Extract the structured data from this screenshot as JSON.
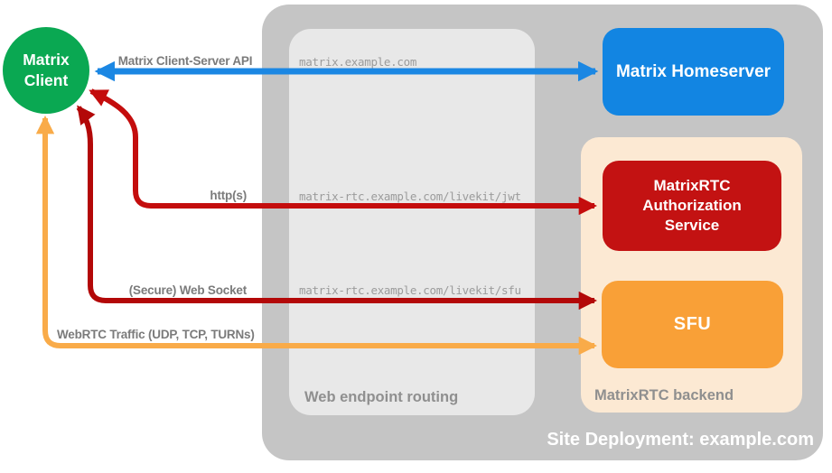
{
  "site": {
    "label": "Site Deployment: example.com"
  },
  "containers": {
    "web_routing": "Web endpoint routing",
    "rtc_backend": "MatrixRTC backend"
  },
  "nodes": {
    "client": "Matrix Client",
    "homeserver": "Matrix Homeserver",
    "auth_service": "MatrixRTC Authorization Service",
    "sfu": "SFU"
  },
  "connections": [
    {
      "name": "matrix-client-server-api",
      "label": "Matrix Client-Server API",
      "endpoint": "matrix.example.com",
      "color": "#1b87e3"
    },
    {
      "name": "https",
      "label": "http(s)",
      "endpoint": "matrix-rtc.example.com/livekit/jwt",
      "color": "#c40d0d"
    },
    {
      "name": "secure-web-socket",
      "label": "(Secure) Web Socket",
      "endpoint": "matrix-rtc.example.com/livekit/sfu",
      "color": "#b30808"
    },
    {
      "name": "webrtc-traffic",
      "label": "WebRTC Traffic (UDP, TCP, TURNs)",
      "color": "#f9ab49"
    }
  ],
  "colors": {
    "client_node": "#0aa852",
    "homeserver_node": "#1285e2",
    "auth_node": "#c31212",
    "sfu_node": "#f9a037",
    "outer_container": "#c5c5c5",
    "inner_container": "#e8e8e8",
    "backend_container": "#fce9d3"
  }
}
